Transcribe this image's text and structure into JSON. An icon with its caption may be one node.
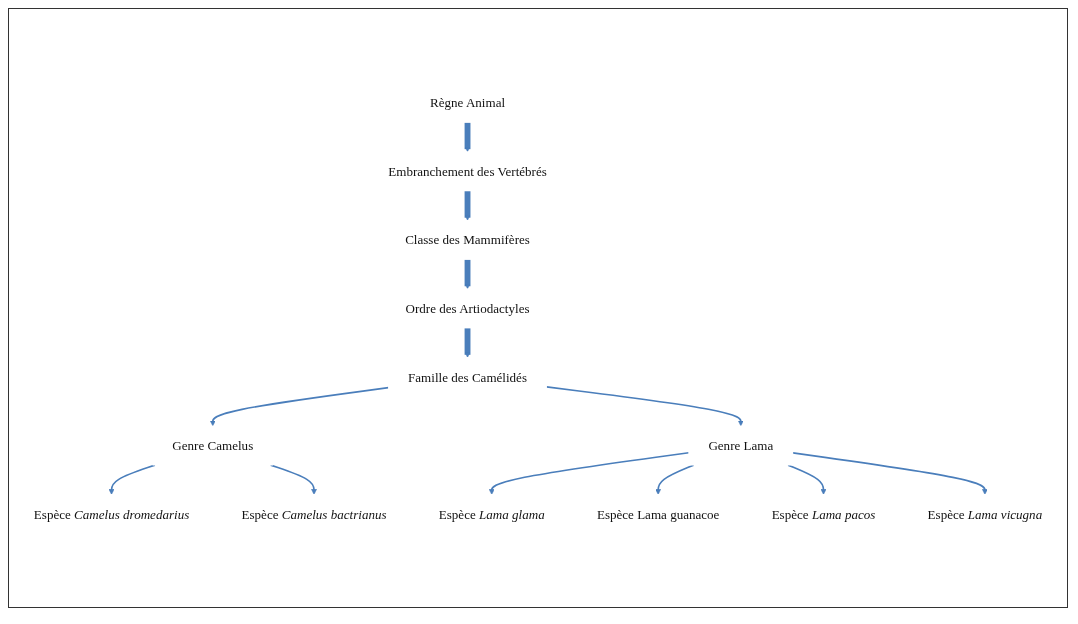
{
  "diagram": {
    "nodes": [
      {
        "text": [
          "Règne Animal"
        ]
      },
      {
        "text": [
          "Embranchement des Vertébrés"
        ]
      },
      {
        "text": [
          "Classe des Mammifères"
        ]
      },
      {
        "text": [
          "Ordre des Artiodactyles"
        ]
      },
      {
        "text": [
          "Famille des Camélidés"
        ]
      },
      {
        "text": [
          "Genre Camelus"
        ]
      },
      {
        "text": [
          "Genre Lama"
        ]
      },
      {
        "text": [
          "Espèce *Camelus dromedarius*"
        ]
      },
      {
        "text": [
          "Espèce *Camelus bactrianus*"
        ]
      },
      {
        "text": [
          "Espèce *Lama glama*"
        ]
      },
      {
        "text": [
          "Espèce Lama guanacoe"
        ]
      },
      {
        "text": [
          "Espèce *Lama pacos*"
        ]
      },
      {
        "text": [
          "Espèce *Lama vicugna*"
        ]
      }
    ],
    "edges": [
      {
        "from": 0,
        "to": 1,
        "arrow": "to",
        "style": "thick"
      },
      {
        "from": 1,
        "to": 2,
        "arrow": "to",
        "style": "thick"
      },
      {
        "from": 2,
        "to": 3,
        "arrow": "to",
        "style": "thick"
      },
      {
        "from": 3,
        "to": 4,
        "arrow": "to",
        "style": "thick"
      },
      {
        "from": 4,
        "to": 5,
        "arrow": "to"
      },
      {
        "from": 4,
        "to": 6,
        "arrow": "to"
      },
      {
        "from": 5,
        "to": 7,
        "arrow": "to"
      },
      {
        "from": 5,
        "to": 8,
        "arrow": "to"
      },
      {
        "from": 6,
        "to": 9,
        "arrow": "to"
      },
      {
        "from": 6,
        "to": 10,
        "arrow": "to"
      },
      {
        "from": 6,
        "to": 11,
        "arrow": "to"
      },
      {
        "from": 6,
        "to": 12,
        "arrow": "to"
      }
    ]
  }
}
